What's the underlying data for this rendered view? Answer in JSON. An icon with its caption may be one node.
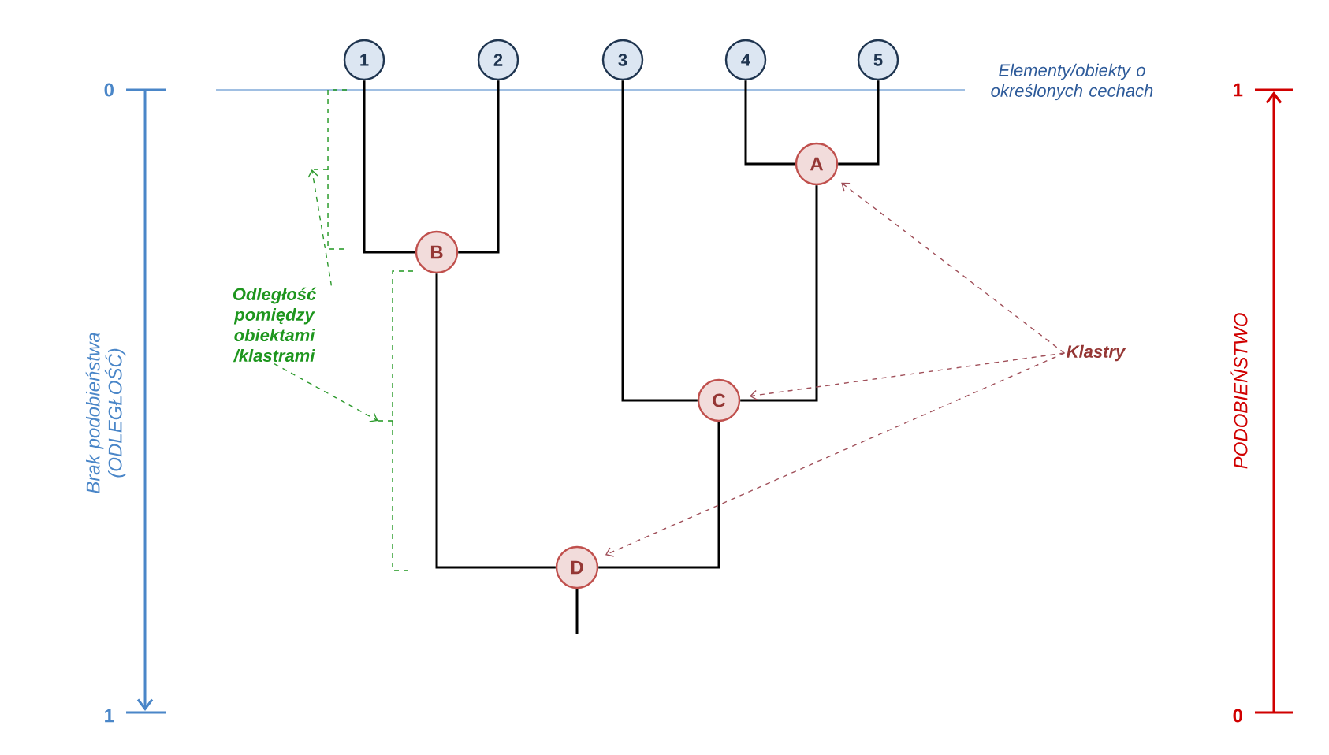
{
  "diagram": {
    "nodes": [
      {
        "text": [
          "1"
        ]
      },
      {
        "text": [
          "2"
        ]
      },
      {
        "text": [
          "3"
        ]
      },
      {
        "text": [
          "4"
        ]
      },
      {
        "text": [
          "5"
        ]
      },
      {
        "text": [
          "A"
        ]
      },
      {
        "text": [
          "B"
        ]
      },
      {
        "text": [
          "C"
        ]
      },
      {
        "text": [
          "D"
        ]
      },
      {
        "text": [
          "Odległość pomiędzy obiektami /klastrami"
        ]
      },
      {
        "text": [
          "Klastry"
        ]
      },
      {
        "text": [],
        "shape": "bracket"
      },
      {
        "text": [],
        "shape": "bracket"
      }
    ],
    "edges": [
      {
        "from": 0,
        "to": 6,
        "arrow": "none"
      },
      {
        "from": 1,
        "to": 6,
        "arrow": "none"
      },
      {
        "from": 3,
        "to": 5,
        "arrow": "none"
      },
      {
        "from": 4,
        "to": 5,
        "arrow": "none"
      },
      {
        "from": 2,
        "to": 7,
        "arrow": "none"
      },
      {
        "from": 5,
        "to": 7,
        "arrow": "none"
      },
      {
        "from": 6,
        "to": 8,
        "arrow": "none"
      },
      {
        "from": 7,
        "to": 8,
        "arrow": "none"
      },
      {
        "from": 8,
        "to": null,
        "arrow": "none"
      },
      {
        "from": 9,
        "to": 11,
        "arrow": "to",
        "style": "dashed",
        "color": "#2e9a2e"
      },
      {
        "from": 9,
        "to": 12,
        "arrow": "to",
        "style": "dashed",
        "color": "#2e9a2e"
      },
      {
        "from": 10,
        "to": 5,
        "arrow": "to",
        "style": "dashed",
        "color": "#a0505a"
      },
      {
        "from": 10,
        "to": 7,
        "arrow": "to",
        "style": "dashed",
        "color": "#a0505a"
      },
      {
        "from": 10,
        "to": 8,
        "arrow": "to",
        "style": "dashed",
        "color": "#a0505a"
      }
    ],
    "labels": [
      "Elementy/obiekty o określonych cechach",
      "0",
      "1",
      "Brak podobieństwa (ODLEGŁOŚĆ)",
      "1",
      "0",
      "PODOBIEŃSTWO"
    ]
  }
}
